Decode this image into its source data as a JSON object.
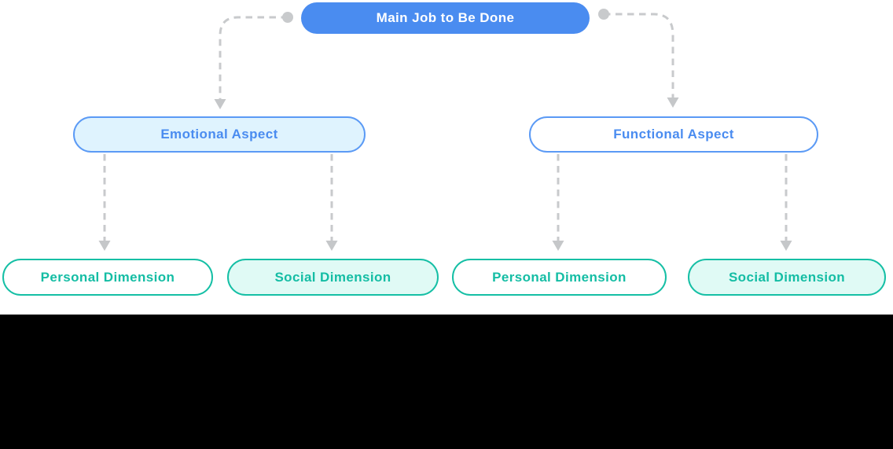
{
  "nodes": {
    "root": "Main Job to Be Done",
    "emotional": "Emotional Aspect",
    "functional": "Functional Aspect",
    "emotional_personal": "Personal Dimension",
    "emotional_social": "Social Dimension",
    "functional_personal": "Personal Dimension",
    "functional_social": "Social Dimension"
  },
  "colors": {
    "primary_blue": "#4a8cf0",
    "light_blue_fill": "#dff3fe",
    "blue_border": "#5b9af5",
    "teal_border": "#15bfa5",
    "teal_text": "#14bda4",
    "mint_fill": "#e0faf5",
    "connector_gray": "#c8cacc",
    "canvas_white": "#ffffff",
    "letterbox_black": "#000000",
    "root_text": "#ffffff"
  }
}
